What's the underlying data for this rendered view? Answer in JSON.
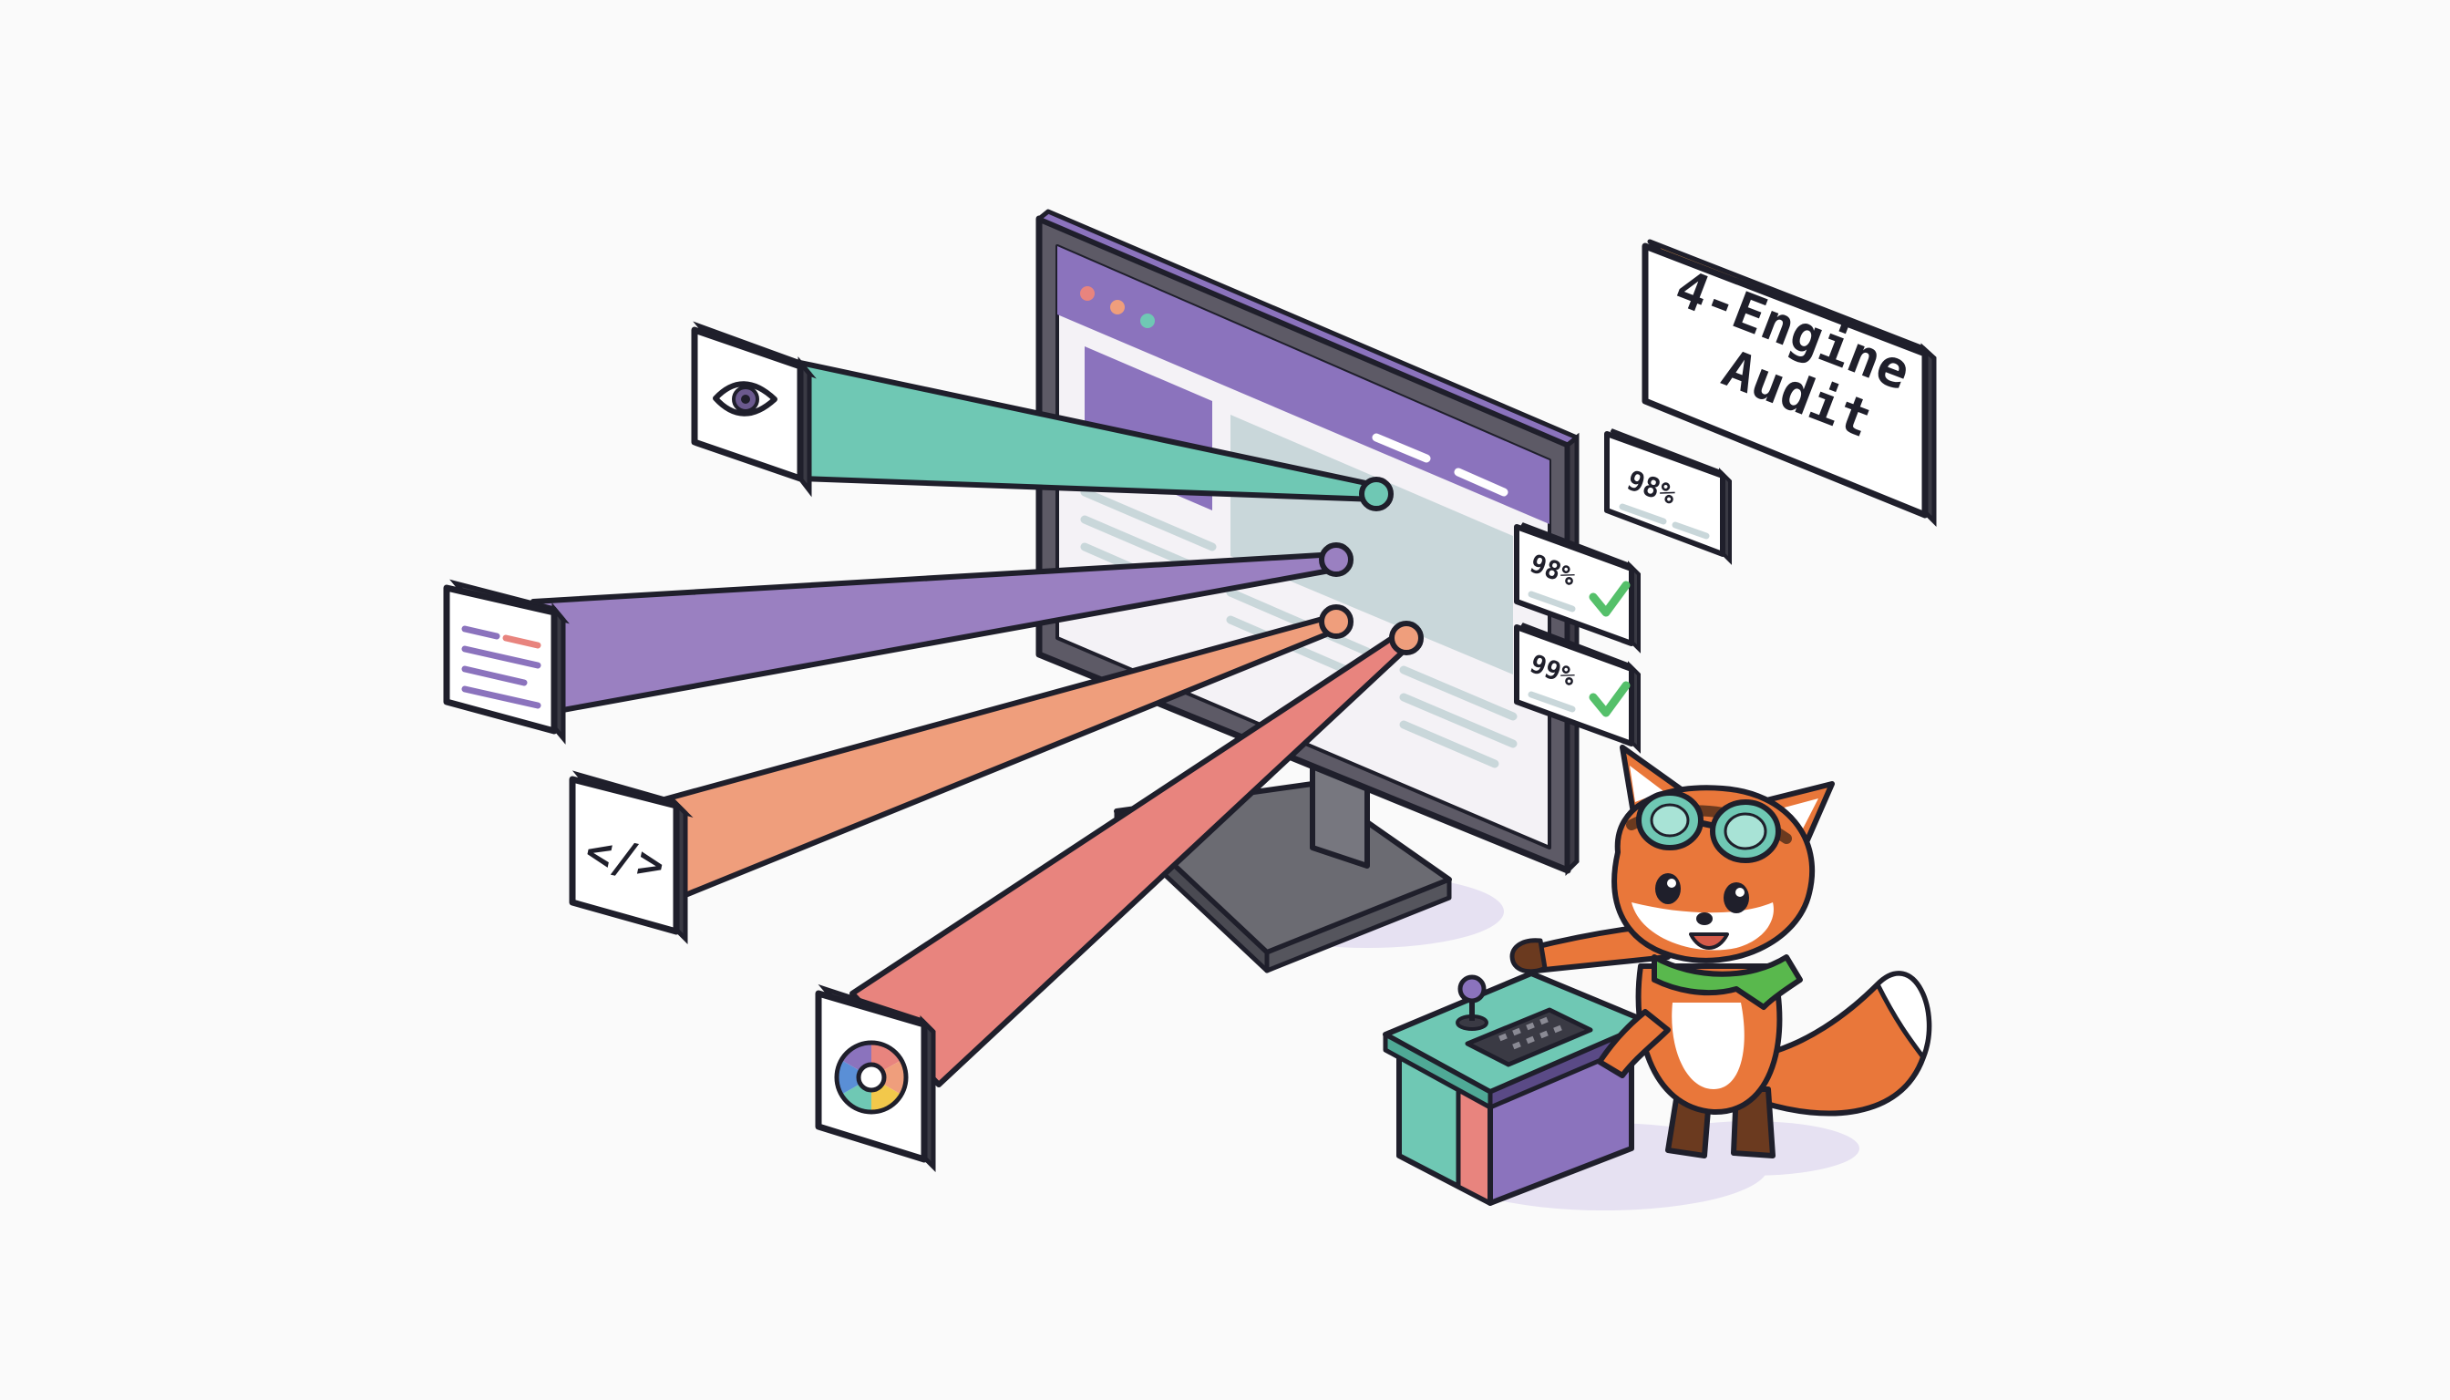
{
  "title_card": {
    "line1": "4-Engine",
    "line2": "Audit"
  },
  "score_cards": [
    {
      "value": "98%",
      "checked": false
    },
    {
      "value": "98%",
      "checked": true
    },
    {
      "value": "99%",
      "checked": true
    }
  ],
  "engines": [
    {
      "icon": "eye-icon",
      "beam_color": "#6fc8b4"
    },
    {
      "icon": "text-lines-icon",
      "beam_color": "#9a80c1"
    },
    {
      "icon": "code-brackets-icon",
      "beam_color": "#ef9e7c"
    },
    {
      "icon": "color-wheel-icon",
      "beam_color": "#e8847e"
    }
  ],
  "code_glyph": "</>",
  "colors": {
    "outline": "#1f1f2b",
    "purple": "#8b73bd",
    "teal": "#6fc8b4",
    "orange": "#ef9e7c",
    "coral": "#e8847e",
    "fox": "#e9773a",
    "check": "#55c06a"
  }
}
